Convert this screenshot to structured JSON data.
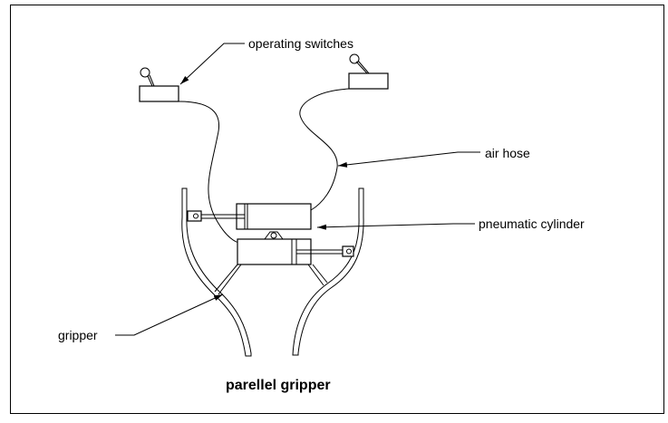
{
  "diagram": {
    "caption": "parellel gripper",
    "labels": {
      "operating_switches": "operating switches",
      "air_hose": "air hose",
      "pneumatic_cylinder": "pneumatic cylinder",
      "gripper": "gripper"
    },
    "colors": {
      "line": "#000000",
      "background": "#ffffff"
    }
  }
}
